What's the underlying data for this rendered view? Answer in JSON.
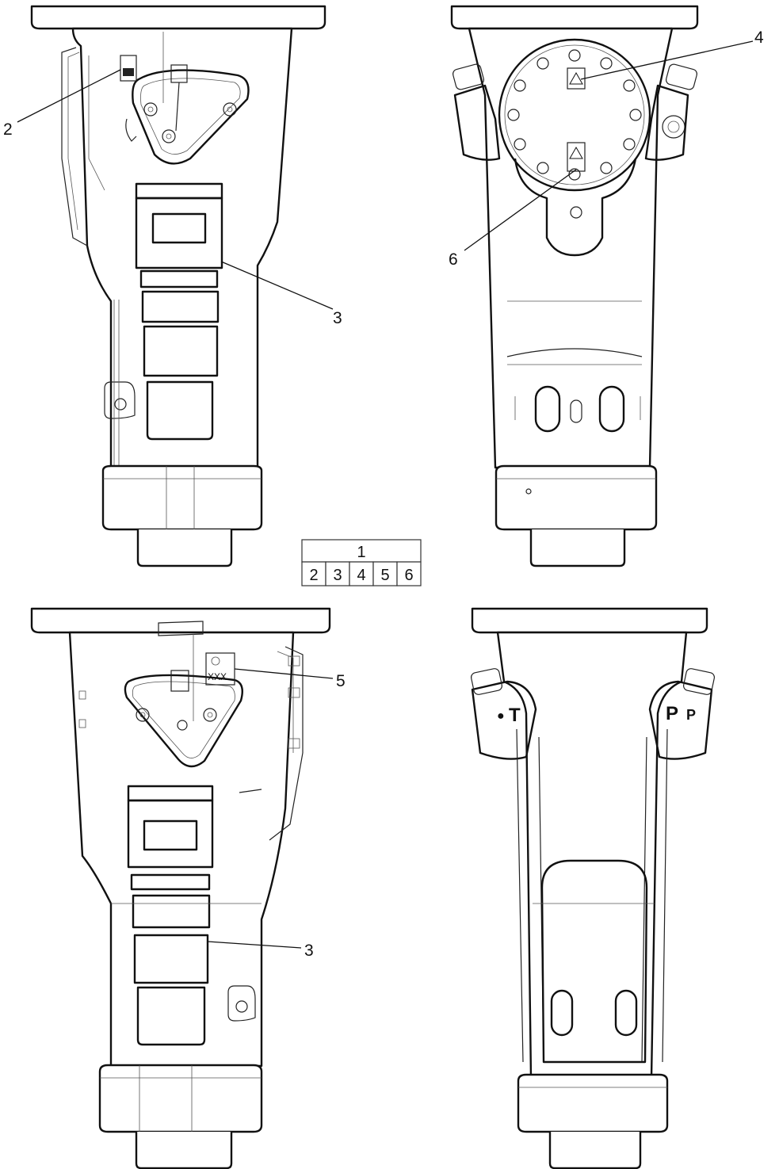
{
  "callouts": {
    "c2": "2",
    "c3_top": "3",
    "c4": "4",
    "c5": "5",
    "c6": "6",
    "c3_bottom": "3"
  },
  "label_table": {
    "header": "1",
    "cells": [
      "2",
      "3",
      "4",
      "5",
      "6"
    ]
  },
  "port_labels": {
    "tank": "T",
    "pressure_large": "P",
    "pressure_small": "P"
  },
  "sticker_text": {
    "level_mark": "XXX"
  }
}
